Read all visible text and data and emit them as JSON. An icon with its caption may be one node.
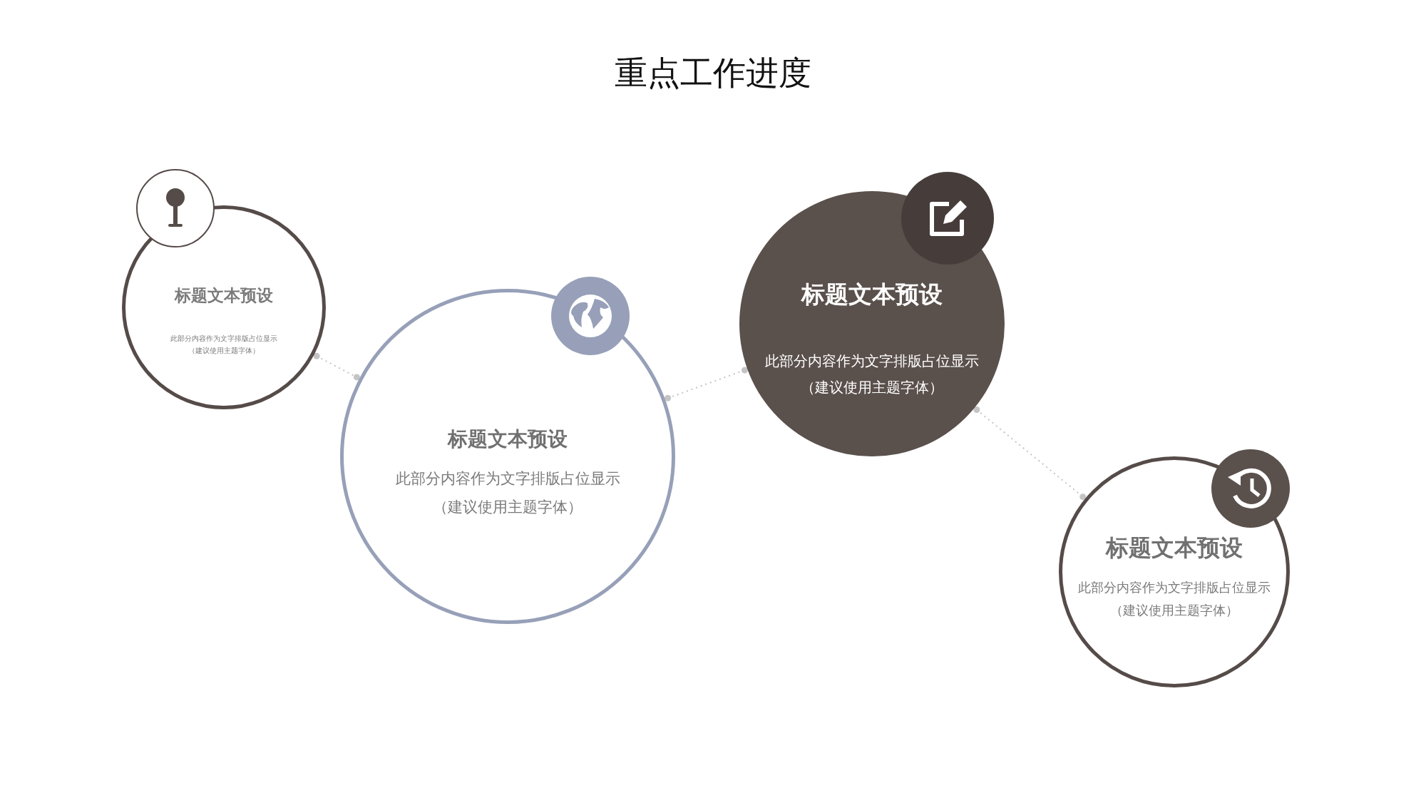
{
  "diagram": {
    "title": "重点工作进度",
    "nodes": [
      {
        "text": [
          "标题文本预设",
          "此部分内容作为文字排版占位显示（建议使用主题字体）"
        ]
      },
      {
        "text": [
          "标题文本预设",
          "此部分内容作为文字排版占位显示（建议使用主题字体）"
        ]
      },
      {
        "text": [
          "标题文本预设",
          "此部分内容作为文字排版占位显示（建议使用主题字体）"
        ]
      },
      {
        "text": [
          "标题文本预设",
          "此部分内容作为文字排版占位显示（建议使用主题字体）"
        ]
      }
    ],
    "edges": [
      {
        "from": 0,
        "to": 1,
        "arrow": "other"
      },
      {
        "from": 1,
        "to": 2,
        "arrow": "other"
      },
      {
        "from": 2,
        "to": 3,
        "arrow": "other"
      }
    ]
  }
}
